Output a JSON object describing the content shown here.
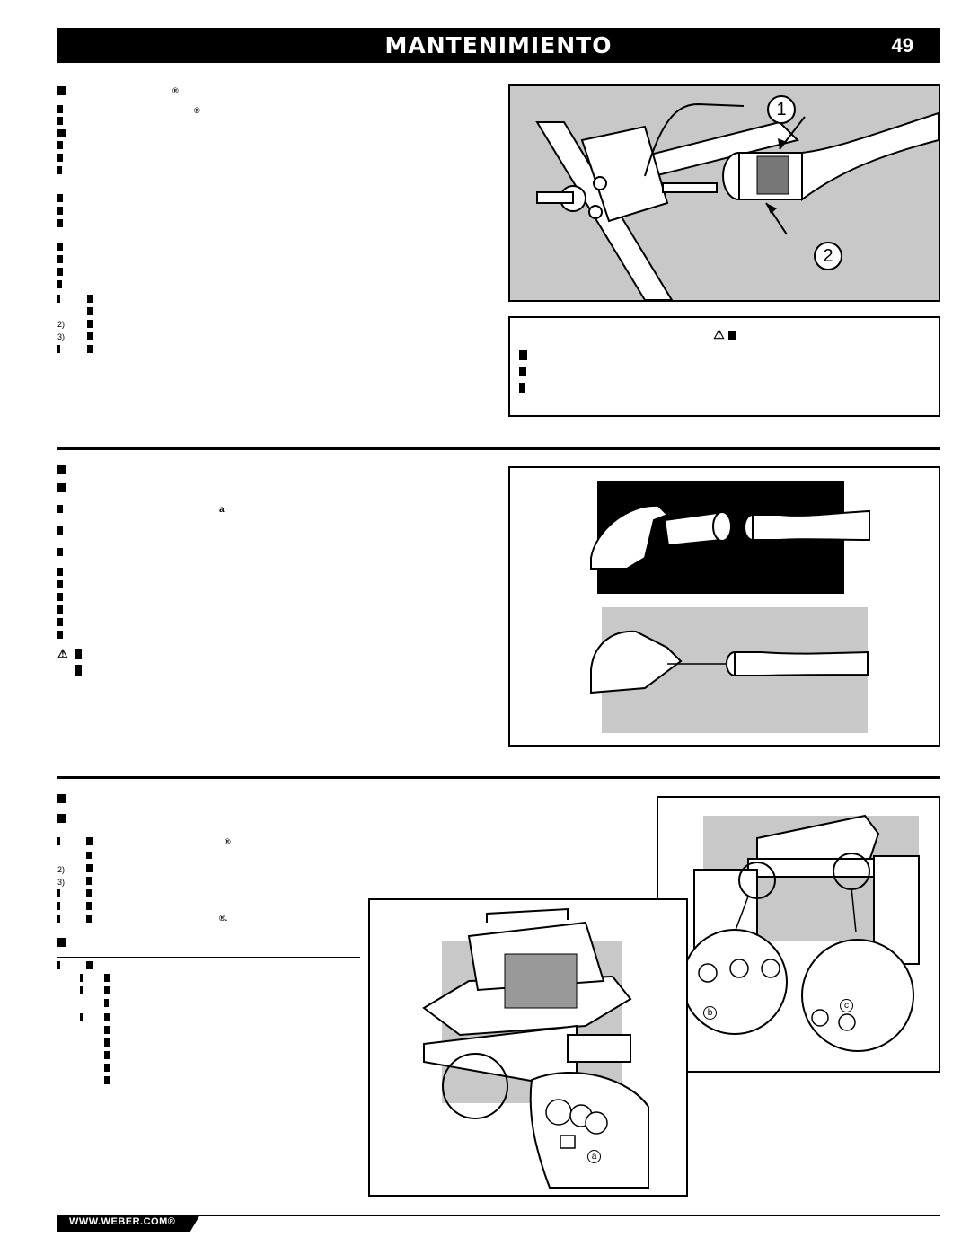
{
  "header": {
    "title": "MANTENIMIENTO",
    "page_number": "49"
  },
  "section1": {
    "heading_mark": "®",
    "para_mark": "®",
    "steps": [
      "2)",
      "3)"
    ]
  },
  "figure1": {
    "callouts": [
      "1",
      "2"
    ]
  },
  "warning_box": {
    "icon": "⚠"
  },
  "section2": {
    "warning_icon": "⚠",
    "mark": "a"
  },
  "section3": {
    "steps": [
      "2)",
      "3)"
    ],
    "mark": "®",
    "mark2": "®."
  },
  "figure3": {
    "labels": [
      "b",
      "c"
    ]
  },
  "figure4": {
    "labels": [
      "a"
    ]
  },
  "footer": {
    "url": "WWW.WEBER.COM®"
  }
}
